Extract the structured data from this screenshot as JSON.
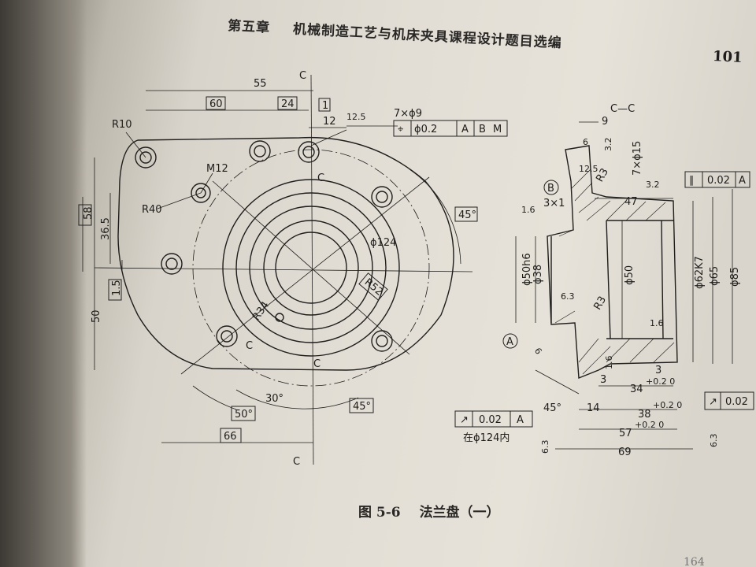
{
  "header": {
    "chapter": "第五章",
    "title": "机械制造工艺与机床夹具课程设计题目选编",
    "page_number": "101"
  },
  "caption": {
    "figure_number": "图 5-6",
    "title": "法兰盘（一）"
  },
  "footer": {
    "page_fragment": "164"
  },
  "drawing": {
    "front_view": {
      "dims": {
        "d55": "55",
        "d60": "60",
        "d24": "24",
        "d1": "1",
        "d12": "12",
        "holes": "7×ϕ9",
        "pos_tol": "ϕ0.2",
        "datum_a": "A",
        "datum_b": "B",
        "mod_m": "M",
        "r10": "R10",
        "m12": "M12",
        "r40": "R40",
        "d58": "58",
        "d36_5": "36.5",
        "d1_5": "1.5",
        "d50": "50",
        "d124": "ϕ124",
        "r52": "R52",
        "r34": "R34",
        "a45_top": "45°",
        "a30": "30°",
        "a50": "50°",
        "a45_bottom": "45°",
        "d66": "66",
        "rough12_5": "12.5",
        "sec_c": "C"
      }
    },
    "section_view": {
      "title": "C—C",
      "dims": {
        "d9": "9",
        "d6": "6",
        "r3_2a": "3.2",
        "r12_5": "12.5",
        "holes15": "7×ϕ15",
        "datum_b": "B",
        "chamfer": "3×1",
        "r1_6a": "1.6",
        "d47": "47",
        "flat_tol": "0.02",
        "flat_datum": "A",
        "r3_2b": "3.2",
        "d50h6": "ϕ50h6",
        "d38": "ϕ38",
        "d50": "ϕ50",
        "d62k7": "ϕ62K7",
        "d65": "ϕ65",
        "d85": "ϕ85",
        "r6_3": "6.3",
        "r3a": "R3",
        "r3b": "R3",
        "datum_a": "A",
        "r1_6b": "1.6",
        "r1_6c": "1.6",
        "d3a": "3",
        "d3b": "3",
        "d34": "34",
        "d34_tol": "+0.2 0",
        "d45deg": "45°",
        "d14": "14",
        "d38b": "38",
        "d38_tol": "+0.2 0",
        "d57": "57",
        "d57_tol": "+0.2 0",
        "d69": "69",
        "runout_tol": "0.02",
        "runout_datum": "A",
        "runout_note": "在ϕ124内",
        "r6_3b": "6.3",
        "r6_3c": "6.3",
        "right_tol": "0.02"
      }
    }
  }
}
